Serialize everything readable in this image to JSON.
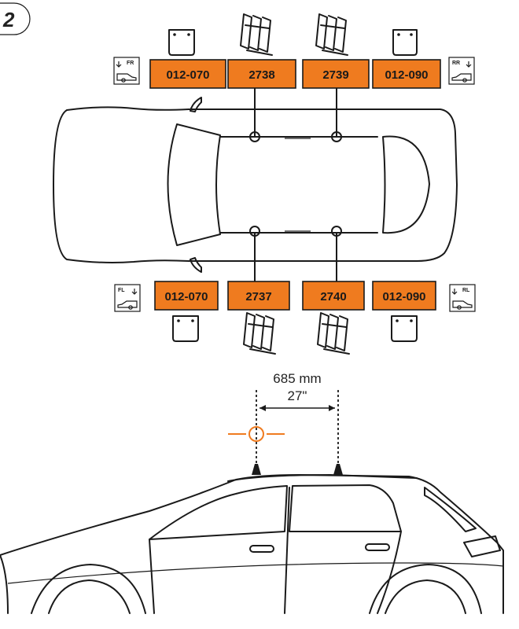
{
  "step_number": "2",
  "codes": {
    "front_right_pad": "012-070",
    "top_front_bracket": "2738",
    "top_rear_bracket": "2739",
    "rear_right_pad": "012-090",
    "front_left_pad": "012-070",
    "bottom_front_bracket": "2737",
    "bottom_rear_bracket": "2740",
    "rear_left_pad": "012-090"
  },
  "position_icons": {
    "fr": "FR",
    "rr": "RR",
    "fl": "FL",
    "rl": "RL"
  },
  "measurement": {
    "metric": "685 mm",
    "imperial": "27\""
  },
  "colors": {
    "code_box": "#ef7b1f",
    "target_marker": "#ef7b1f",
    "outline": "#1a1a1a"
  }
}
